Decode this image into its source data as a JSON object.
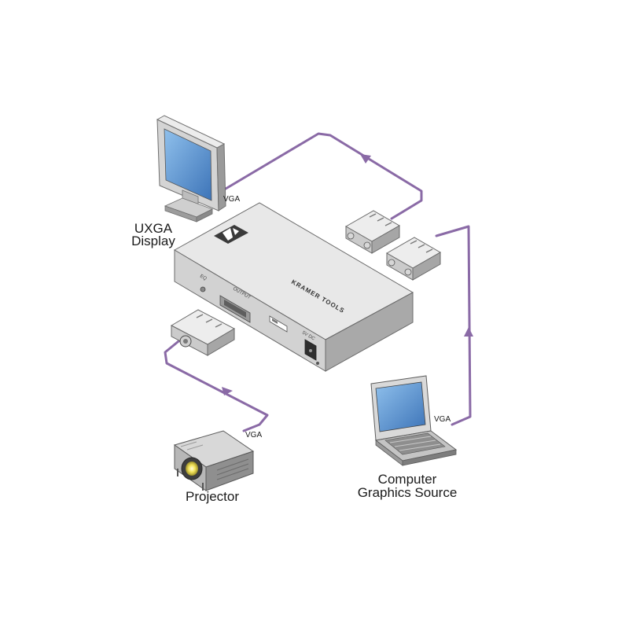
{
  "devices": {
    "display": {
      "name_line1": "UXGA",
      "name_line2": "Display"
    },
    "projector": {
      "name": "Projector"
    },
    "source": {
      "name_line1": "Computer",
      "name_line2": "Graphics Source"
    }
  },
  "cables": {
    "display_label": "VGA",
    "projector_label": "VGA",
    "source_label": "VGA"
  },
  "unit": {
    "brand": "KRAMER TOOLS",
    "eq_label": "EQ",
    "output_label": "OUTPUT",
    "power_label": "5V DC"
  },
  "colors": {
    "cable": "#8a6aa6",
    "device_light": "#e6e6e6",
    "device_mid": "#c8c8c8",
    "device_dark": "#a0a0a0",
    "screen": "#5a8fc8"
  }
}
